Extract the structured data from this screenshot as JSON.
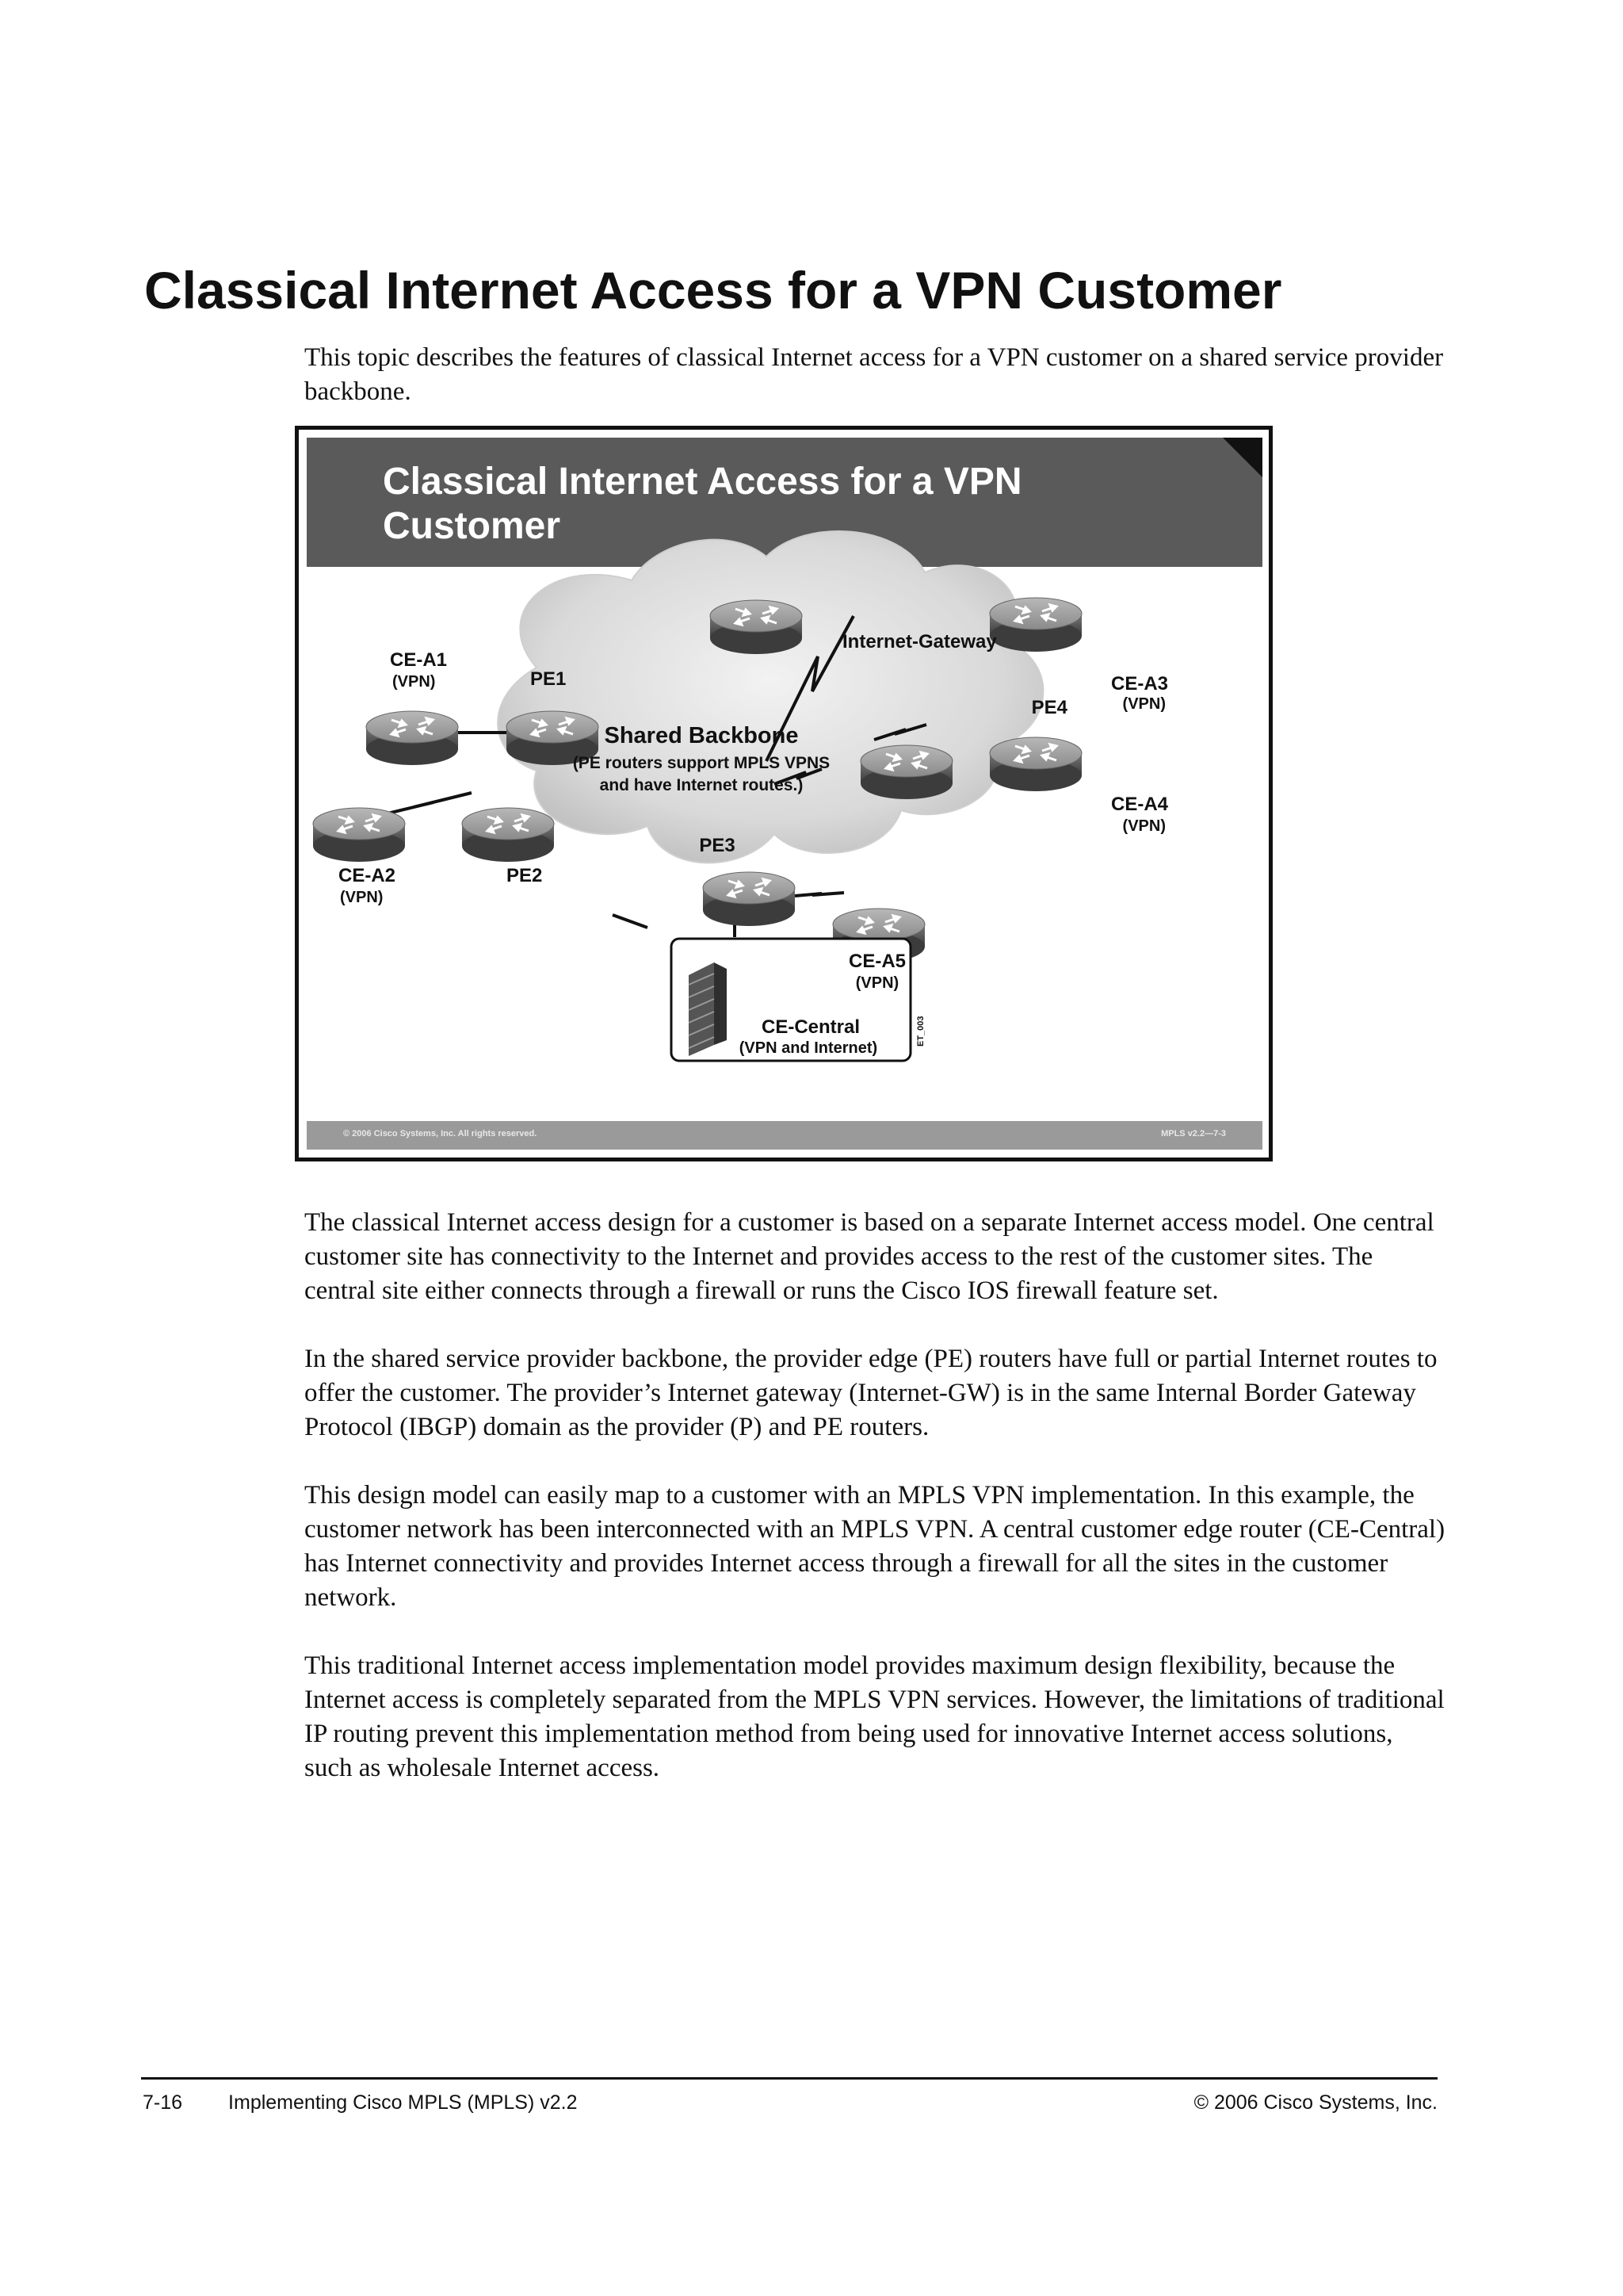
{
  "page": {
    "title": "Classical Internet Access for a VPN Customer",
    "intro": "This topic describes the features of classical Internet access for a VPN customer on a shared service provider backbone."
  },
  "slide": {
    "title": "Classical Internet Access for a VPN Customer",
    "footer_copyright": "© 2006 Cisco Systems, Inc. All rights reserved.",
    "footer_code": "MPLS v2.2—7-3",
    "image_id": "ET_003"
  },
  "diagram": {
    "cloud_label": "Shared Backbone",
    "cloud_sub1": "(PE routers support MPLS VPNS",
    "cloud_sub2": "and have Internet routes.)",
    "gateway": "Internet-Gateway",
    "pe1": "PE1",
    "pe2": "PE2",
    "pe3": "PE3",
    "pe4": "PE4",
    "ce_a1": "CE-A1",
    "ce_a2": "CE-A2",
    "ce_a3": "CE-A3",
    "ce_a4": "CE-A4",
    "ce_a5": "CE-A5",
    "vpn": "(VPN)",
    "ce_central": "CE-Central",
    "ce_central_sub": "(VPN and Internet)",
    "icons": [
      "router-icon",
      "firewall-icon",
      "cloud-icon",
      "serial-link-icon"
    ]
  },
  "body": {
    "p1": "The classical Internet access design for a customer is based on a separate Internet access model. One central customer site has connectivity to the Internet and provides access to the rest of the customer sites. The central site either connects through a firewall or runs the Cisco IOS firewall feature set.",
    "p2": "In the shared service provider backbone, the provider edge (PE) routers have full or partial Internet routes to offer the customer. The provider’s Internet gateway (Internet-GW) is in the same Internal Border Gateway Protocol (IBGP) domain as the provider (P) and PE routers.",
    "p3": "This design model can easily map to a customer with an MPLS VPN implementation. In this example, the customer network has been interconnected with an MPLS VPN. A central customer edge router (CE-Central) has Internet connectivity and provides Internet access through a firewall for all the sites in the customer network.",
    "p4": "This traditional Internet access implementation model provides maximum design flexibility, because the Internet access is completely separated from the MPLS VPN services. However, the limitations of traditional IP routing prevent this implementation method from being used for innovative Internet access solutions, such as wholesale Internet access."
  },
  "footer": {
    "page_number": "7-16",
    "book": "Implementing Cisco MPLS (MPLS) v2.2",
    "copyright": "© 2006 Cisco Systems, Inc."
  }
}
